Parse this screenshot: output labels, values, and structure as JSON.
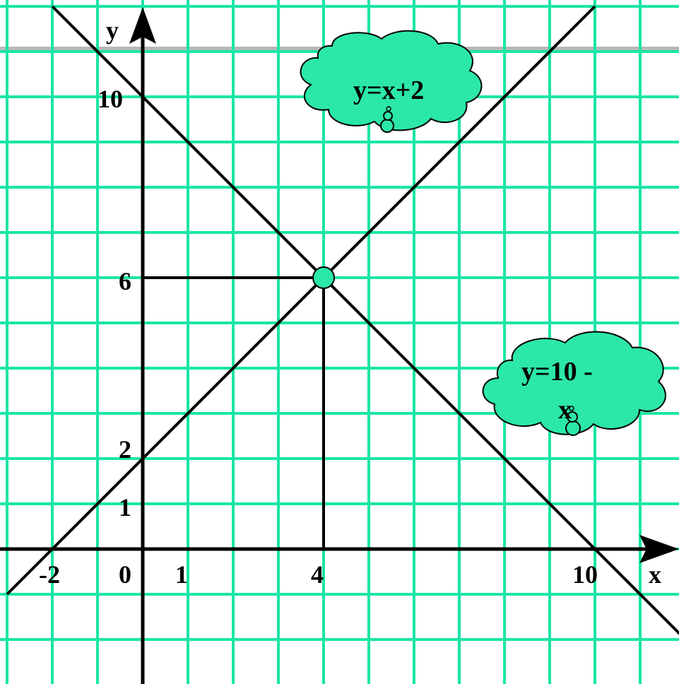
{
  "colors": {
    "grid": "#19e6a6",
    "cloud_fill": "#2be8a6",
    "axis": "#000000",
    "background": "#ffffff"
  },
  "axis_labels": {
    "x": "x",
    "y": "y"
  },
  "ticks": {
    "x_minus2": "-2",
    "origin": "0",
    "x_1": "1",
    "x_4": "4",
    "x_10": "10",
    "y_10": "10",
    "y_6": "6",
    "y_2": "2",
    "y_1": "1"
  },
  "lines": [
    {
      "equation_label": "y=x+2",
      "slope": 1,
      "intercept": 2
    },
    {
      "equation_label_line1": "y=10 -",
      "equation_label_line2": "x",
      "slope": -1,
      "intercept": 10
    }
  ],
  "intersection": {
    "x": 4,
    "y": 6
  }
}
